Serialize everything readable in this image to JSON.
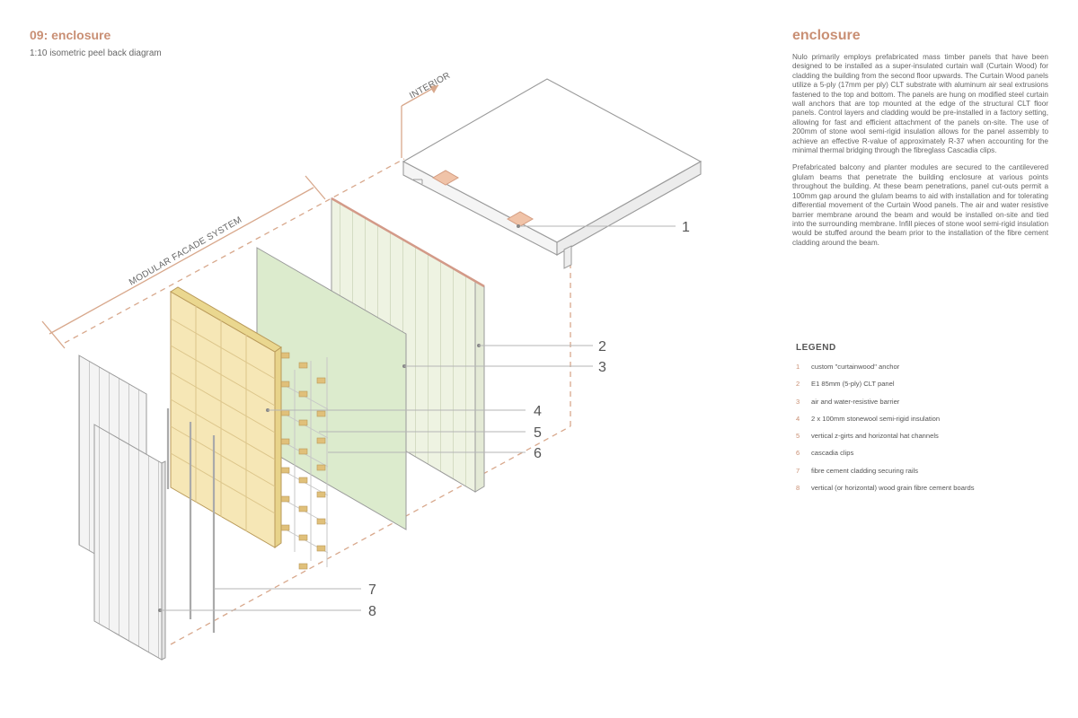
{
  "header": {
    "title": "09: enclosure",
    "subtitle": "1:10 isometric peel back diagram"
  },
  "diagram": {
    "labels": {
      "interior": "INTERIOR",
      "modular_facade": "MODULAR FACADE SYSTEM"
    },
    "callouts": [
      "1",
      "2",
      "3",
      "4",
      "5",
      "6",
      "7",
      "8"
    ]
  },
  "text": {
    "heading": "enclosure",
    "paragraphs": [
      "Nulo primarily employs prefabricated mass timber panels that have been designed to be installed as a super-insulated curtain wall (Curtain Wood) for cladding the building from the second floor upwards. The Curtain Wood panels utilize a 5-ply (17mm per ply) CLT substrate with aluminum air seal extrusions fastened to the top and bottom. The panels are hung on modified steel curtain wall anchors that are top mounted at the edge of the structural CLT floor panels. Control layers and cladding would be pre-installed in a factory setting, allowing for fast and efficient attachment of the panels on-site. The use of 200mm of stone wool semi-rigid insulation allows for the panel assembly to achieve an effective R-value of approximately R-37 when accounting for the minimal thermal bridging through the fibreglass Cascadia clips.",
      "Prefabricated balcony and planter modules are secured to the cantilevered glulam beams that penetrate the building enclosure at various points throughout the building. At these beam penetrations, panel cut-outs permit a 100mm gap around the glulam beams to aid with installation and for tolerating differential movement of the Curtain Wood panels. The air and water resistive barrier membrane around the beam and would be installed on-site and tied into the surrounding membrane. Infill pieces of stone wool semi-rigid insulation would be stuffed around the beam prior to the installation of the fibre cement cladding around the beam."
    ]
  },
  "legend": {
    "title": "LEGEND",
    "items": [
      {
        "num": "1",
        "label": "custom \"curtainwood\" anchor"
      },
      {
        "num": "2",
        "label": "E1 85mm (5-ply) CLT panel"
      },
      {
        "num": "3",
        "label": "air and water-resistive barrier"
      },
      {
        "num": "4",
        "label": "2 x 100mm stonewool semi-rigid insulation"
      },
      {
        "num": "5",
        "label": "vertical z-girts and horizontal hat channels"
      },
      {
        "num": "6",
        "label": "cascadia clips"
      },
      {
        "num": "7",
        "label": "fibre cement cladding securing rails"
      },
      {
        "num": "8",
        "label": "vertical (or horizontal) wood grain fibre cement boards"
      }
    ]
  },
  "colors": {
    "accent": "#c98f74",
    "clt_panel": "#eef3e2",
    "membrane": "#dcebcd",
    "insulation": "#f6e7b6",
    "clip": "#e0c07a",
    "cladding": "#f4f4f4"
  }
}
